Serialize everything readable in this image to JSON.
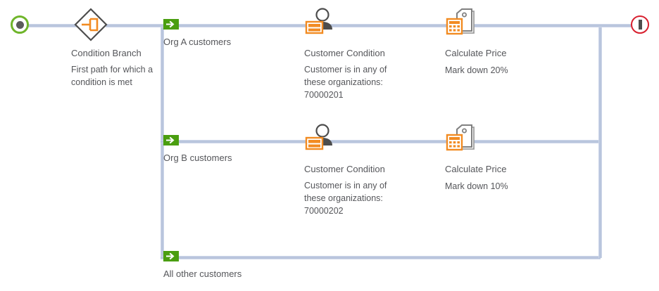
{
  "diagram": {
    "type": "workflow-branch-diagram",
    "colors": {
      "connector": "#b9c5dd",
      "start_ring": "#6fb52a",
      "end_ring": "#d8202f",
      "accent_orange": "#f28b22",
      "icon_gray": "#4d4d4d",
      "badge_green": "#4a9e10",
      "text": "#55565a",
      "background": "#ffffff"
    },
    "start_node": {
      "name": "start-event",
      "icon": "start-circle-icon"
    },
    "end_node": {
      "name": "end-event",
      "icon": "end-circle-icon"
    },
    "decision": {
      "icon": "condition-branch-diamond-icon",
      "title": "Condition Branch",
      "description": "First path for which a condition is met"
    },
    "branches": [
      {
        "arrow_icon": "branch-arrow-icon",
        "label": "Org A customers",
        "steps": [
          {
            "icon": "customer-condition-icon",
            "title": "Customer Condition",
            "description": "Customer is in any of these organizations: 70000201"
          },
          {
            "icon": "calculate-price-icon",
            "title": "Calculate Price",
            "description": "Mark down 20%"
          }
        ]
      },
      {
        "arrow_icon": "branch-arrow-icon",
        "label": "Org B customers",
        "steps": [
          {
            "icon": "customer-condition-icon",
            "title": "Customer Condition",
            "description": "Customer is in any of these organizations: 70000202"
          },
          {
            "icon": "calculate-price-icon",
            "title": "Calculate Price",
            "description": "Mark down 10%"
          }
        ]
      },
      {
        "arrow_icon": "branch-arrow-icon",
        "label": "All other customers",
        "steps": []
      }
    ]
  }
}
